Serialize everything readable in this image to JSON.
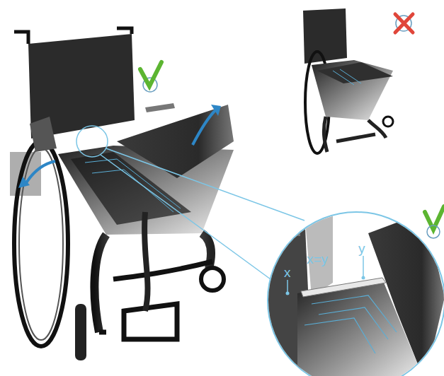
{
  "diagram": {
    "labels": [
      "x",
      "x=y",
      "y"
    ]
  }
}
